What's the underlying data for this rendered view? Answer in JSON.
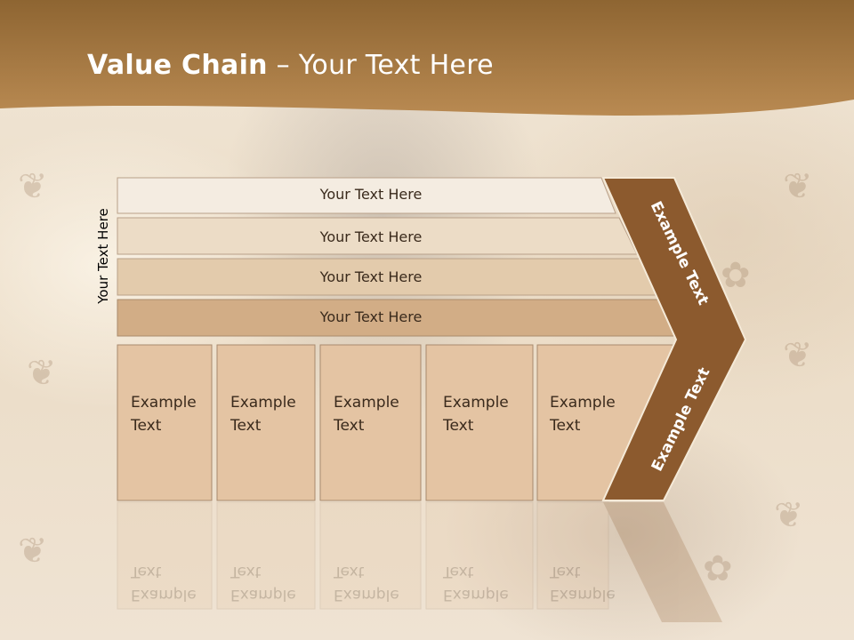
{
  "title": {
    "bold": "Value Chain",
    "rest": " – Your Text Here"
  },
  "vertical_label": "Your Text Here",
  "bars": [
    {
      "label": "Your Text Here"
    },
    {
      "label": "Your Text Here"
    },
    {
      "label": "Your Text Here"
    },
    {
      "label": "Your Text Here"
    }
  ],
  "boxes": [
    {
      "line1": "Example",
      "line2": "Text"
    },
    {
      "line1": "Example",
      "line2": "Text"
    },
    {
      "line1": "Example",
      "line2": "Text"
    },
    {
      "line1": "Example",
      "line2": "Text"
    },
    {
      "line1": "Example",
      "line2": "Text"
    }
  ],
  "chevron": {
    "top_label": "Example Text",
    "bottom_label": "Example Text"
  },
  "colors": {
    "header": "#a8773c",
    "chevron": "#8c5a2e",
    "bar_light": "#f4ece1",
    "bar_dark": "#d2ad86",
    "box": "#e4c4a3"
  }
}
